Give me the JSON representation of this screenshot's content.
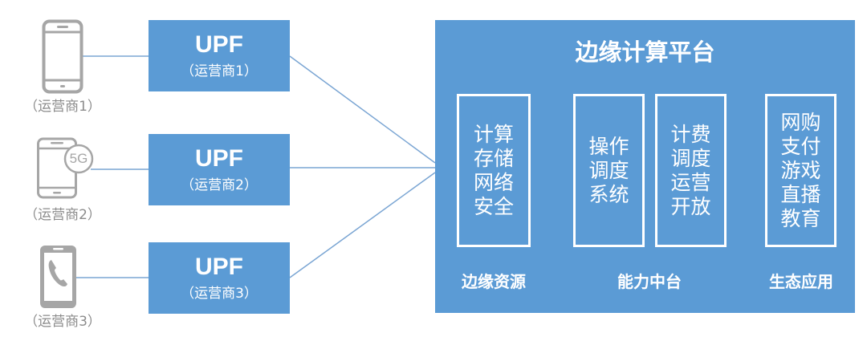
{
  "colors": {
    "box_fill": "#5b9bd5",
    "box_text": "#ffffff",
    "connector_line": "#7aa5d3",
    "device_icon": "#a6a6a6",
    "device_label": "#8c8c8c"
  },
  "devices": [
    {
      "icon": "smartphone-icon",
      "label": "（运营商1）"
    },
    {
      "icon": "smartphone-5g-icon",
      "badge": "5G",
      "label": "（运营商2）"
    },
    {
      "icon": "phone-call-icon",
      "label": "（运营商3）"
    }
  ],
  "upf_nodes": [
    {
      "title": "UPF",
      "subtitle": "（运营商1）"
    },
    {
      "title": "UPF",
      "subtitle": "（运营商2）"
    },
    {
      "title": "UPF",
      "subtitle": "（运营商3）"
    }
  ],
  "platform": {
    "title": "边缘计算平台",
    "boxes": [
      {
        "text": "计算存储网络安全"
      },
      {
        "text": "操作调度系统"
      },
      {
        "text": "计费调度运营开放"
      },
      {
        "text": "网购支付游戏直播教育"
      }
    ],
    "groups": [
      {
        "label": "边缘资源"
      },
      {
        "label": "能力中台"
      },
      {
        "label": "生态应用"
      }
    ]
  }
}
